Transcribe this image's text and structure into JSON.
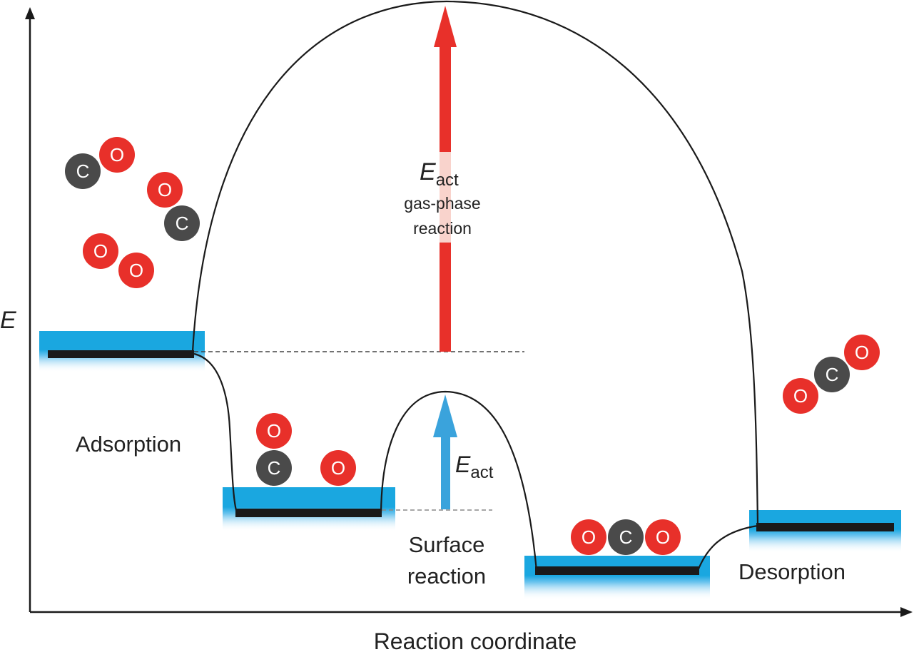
{
  "diagram": {
    "title": "Energy profile: catalytic CO oxidation vs gas-phase reaction",
    "axes": {
      "y_label": "E",
      "x_label": "Reaction coordinate"
    },
    "colors": {
      "oxygen": "#e8302a",
      "carbon": "#4a4a4a",
      "surface": "#1aa7e0",
      "gas_arrow": "#e8302a",
      "surface_arrow": "#3aa3dc",
      "level_bar": "#1a1a1a"
    },
    "stages": [
      {
        "id": "adsorption",
        "label": "Adsorption"
      },
      {
        "id": "surface_reaction",
        "label_line1": "Surface",
        "label_line2": "reaction"
      },
      {
        "id": "product_on_surface",
        "label": ""
      },
      {
        "id": "desorption",
        "label": "Desorption"
      }
    ],
    "gas_phase_barrier": {
      "symbol": "E",
      "subscript": "act",
      "line1": "gas-phase",
      "line2": "reaction"
    },
    "surface_barrier": {
      "symbol": "E",
      "subscript": "act"
    },
    "molecules": {
      "gas_reactants": [
        {
          "name": "CO",
          "atoms": [
            "C",
            "O"
          ]
        },
        {
          "name": "CO",
          "atoms": [
            "O",
            "C"
          ]
        },
        {
          "name": "O2",
          "atoms": [
            "O",
            "O"
          ]
        }
      ],
      "adsorbed": [
        {
          "name": "CO-adsorbed",
          "atoms": [
            "O",
            "C"
          ]
        },
        {
          "name": "O-adsorbed",
          "atoms": [
            "O"
          ]
        }
      ],
      "product_adsorbed": {
        "name": "CO2-adsorbed",
        "atoms": [
          "O",
          "C",
          "O"
        ]
      },
      "product_gas": {
        "name": "CO2-gas",
        "atoms": [
          "O",
          "C",
          "O"
        ]
      }
    }
  }
}
